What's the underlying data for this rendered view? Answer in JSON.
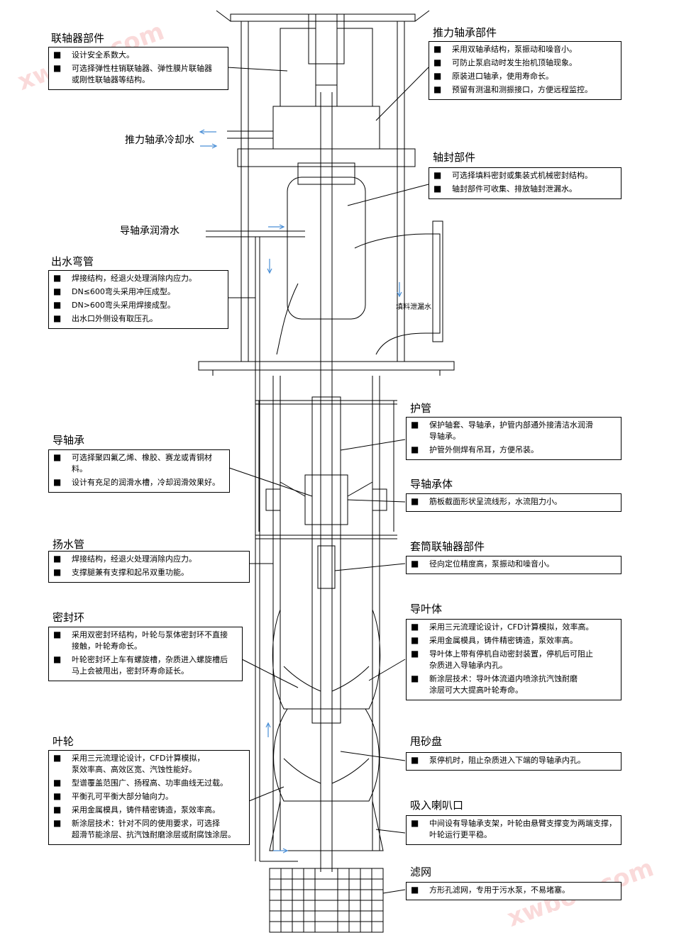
{
  "colors": {
    "line": "#000000",
    "flow_arrow": "#4a8fd6",
    "watermark": "#f29696"
  },
  "watermark": [
    "xwboo.com",
    "xwboo.com"
  ],
  "side_labels": {
    "thrust_cooling": "推力轴承冷却水",
    "guide_lube": "导轴承润滑水",
    "packing_leak": "填料泄漏水"
  },
  "callouts": [
    {
      "id": "coupling",
      "title": "联轴器部件",
      "items": [
        "设计安全系数大。",
        "可选择弹性柱销联轴器、弹性膜片联轴器\n或刚性联轴器等结构。"
      ]
    },
    {
      "id": "thrust",
      "title": "推力轴承部件",
      "items": [
        "采用双轴承结构，泵振动和噪音小。",
        "可防止泵启动时发生抬机顶轴现象。",
        "原装进口轴承，使用寿命长。",
        "预留有测温和测振接口，方便远程监控。"
      ]
    },
    {
      "id": "shaftseal",
      "title": "轴封部件",
      "items": [
        "可选择填料密封或集装式机械密封结构。",
        "轴封部件可收集、排放轴封泄漏水。"
      ]
    },
    {
      "id": "elbow",
      "title": "出水弯管",
      "items": [
        "焊接结构，经退火处理消除内应力。",
        "DN≤600弯头采用冲压成型。",
        "DN>600弯头采用焊接成型。",
        "出水口外侧设有取压孔。"
      ]
    },
    {
      "id": "shaftguard",
      "title": "护管",
      "items": [
        "保护轴套、导轴承，护管内部通外接清洁水润滑\n导轴承。",
        "护管外侧焊有吊耳，方便吊装。"
      ]
    },
    {
      "id": "guidebearing",
      "title": "导轴承",
      "items": [
        "可选择聚四氟乙烯、橡胶、赛龙或青铜材料。",
        "设计有充足的润滑水槽，冷却润滑效果好。"
      ]
    },
    {
      "id": "bearingbody",
      "title": "导轴承体",
      "items": [
        "筋板截面形状呈流线形，水流阻力小。"
      ]
    },
    {
      "id": "column",
      "title": "扬水管",
      "items": [
        "焊接结构，经退火处理消除内应力。",
        "支撑腿兼有支撑和起吊双重功能。"
      ]
    },
    {
      "id": "sleevecoupling",
      "title": "套筒联轴器部件",
      "items": [
        "径向定位精度高，泵振动和噪音小。"
      ]
    },
    {
      "id": "sealring",
      "title": "密封环",
      "items": [
        "采用双密封环结构，叶轮与泵体密封环不直接\n接触，叶轮寿命长。",
        "叶轮密封环上车有螺旋槽，杂质进入螺旋槽后\n马上会被甩出，密封环寿命延长。"
      ]
    },
    {
      "id": "diffuser",
      "title": "导叶体",
      "items": [
        "采用三元流理论设计，CFD计算模拟，效率高。",
        "采用金属模具，铸件精密铸造，泵效率高。",
        "导叶体上带有停机自动密封装置，停机后可阻止\n杂质进入导轴承内孔。",
        "新涂层技术：导叶体流道内喷涂抗汽蚀耐磨\n涂层可大大提高叶轮寿命。"
      ]
    },
    {
      "id": "sanddisc",
      "title": "甩砂盘",
      "items": [
        "泵停机时，阻止杂质进入下端的导轴承内孔。"
      ]
    },
    {
      "id": "impeller",
      "title": "叶轮",
      "items": [
        "采用三元流理论设计，CFD计算模拟，\n泵效率高、高效区宽、汽蚀性能好。",
        "型谱覆盖范围广、扬程高、功率曲线无过载。",
        "平衡孔可平衡大部分轴向力。",
        "采用金属模具，铸件精密铸造，泵效率高。",
        "新涂层技术：针对不同的使用要求，可选择\n超滑节能涂层、抗汽蚀耐磨涂层或耐腐蚀涂层。"
      ]
    },
    {
      "id": "bellmouth",
      "title": "吸入喇叭口",
      "items": [
        "中间设有导轴承支架，叶轮由悬臂支撑变为两端支撑，\n叶轮运行更平稳。"
      ]
    },
    {
      "id": "strainer",
      "title": "滤网",
      "items": [
        "方形孔滤网，专用于污水泵，不易堵塞。"
      ]
    }
  ]
}
